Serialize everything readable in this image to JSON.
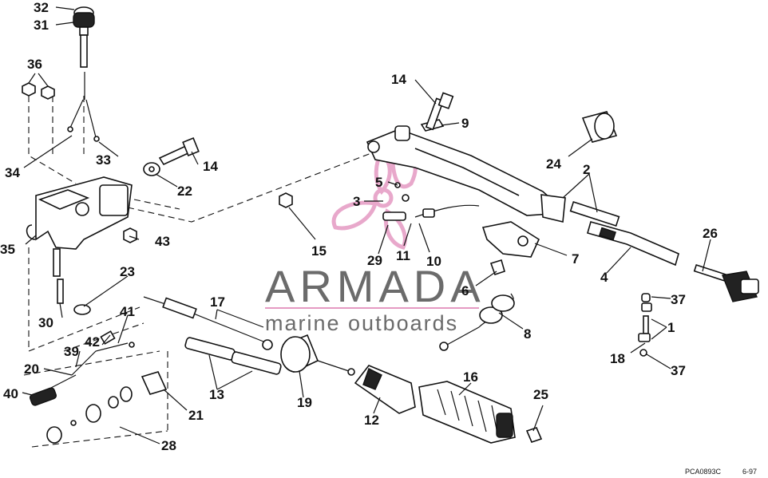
{
  "watermark": {
    "brand": "ARMADA",
    "tagline": "marine outboards",
    "brand_color": "#6b6b6b",
    "logo_color": "#e59ac3"
  },
  "footer": {
    "drawing_code": "PCA0893C",
    "date": "6-97"
  },
  "callouts": {
    "c1": "1",
    "c2": "2",
    "c3": "3",
    "c4": "4",
    "c5": "5",
    "c6": "6",
    "c7": "7",
    "c8": "8",
    "c9": "9",
    "c10": "10",
    "c11": "11",
    "c12": "12",
    "c13": "13",
    "c14a": "14",
    "c14b": "14",
    "c15": "15",
    "c16": "16",
    "c17": "17",
    "c18": "18",
    "c19": "19",
    "c20": "20",
    "c21": "21",
    "c22": "22",
    "c23": "23",
    "c24": "24",
    "c25": "25",
    "c26": "26",
    "c28": "28",
    "c29": "29",
    "c30": "30",
    "c31": "31",
    "c32": "32",
    "c33": "33",
    "c34": "34",
    "c35": "35",
    "c36": "36",
    "c37a": "37",
    "c37b": "37",
    "c39": "39",
    "c40": "40",
    "c41": "41",
    "c42": "42",
    "c43": "43"
  }
}
